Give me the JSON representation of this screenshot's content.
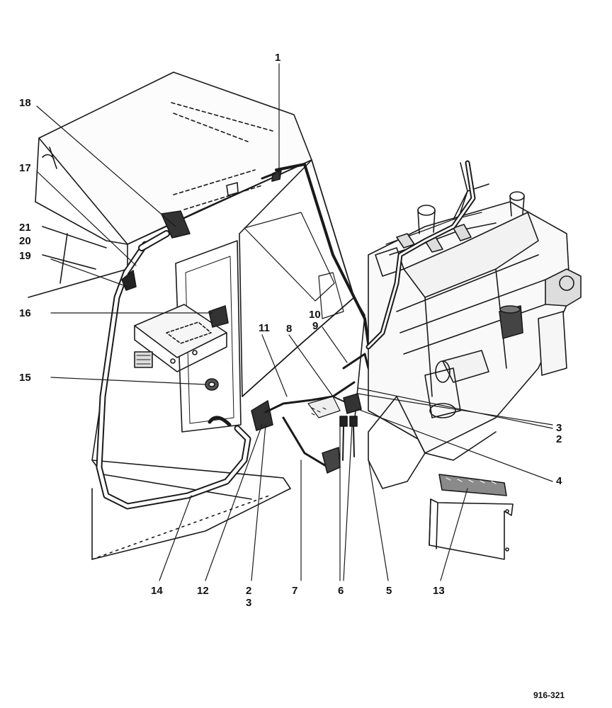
{
  "figure_ref": "916-321",
  "callouts": [
    {
      "id": "c1",
      "text": "1"
    },
    {
      "id": "c18",
      "text": "18"
    },
    {
      "id": "c17",
      "text": "17"
    },
    {
      "id": "c21",
      "text": "21"
    },
    {
      "id": "c20",
      "text": "20"
    },
    {
      "id": "c19",
      "text": "19"
    },
    {
      "id": "c16",
      "text": "16"
    },
    {
      "id": "c15",
      "text": "15"
    },
    {
      "id": "c10",
      "text": "10"
    },
    {
      "id": "c9",
      "text": "9"
    },
    {
      "id": "c11",
      "text": "11"
    },
    {
      "id": "c8",
      "text": "8"
    },
    {
      "id": "c3r",
      "text": "3"
    },
    {
      "id": "c2r",
      "text": "2"
    },
    {
      "id": "c4",
      "text": "4"
    },
    {
      "id": "c14",
      "text": "14"
    },
    {
      "id": "c12",
      "text": "12"
    },
    {
      "id": "c2b",
      "text": "2"
    },
    {
      "id": "c3b",
      "text": "3"
    },
    {
      "id": "c7",
      "text": "7"
    },
    {
      "id": "c6",
      "text": "6"
    },
    {
      "id": "c5",
      "text": "5"
    },
    {
      "id": "c13",
      "text": "13"
    }
  ]
}
